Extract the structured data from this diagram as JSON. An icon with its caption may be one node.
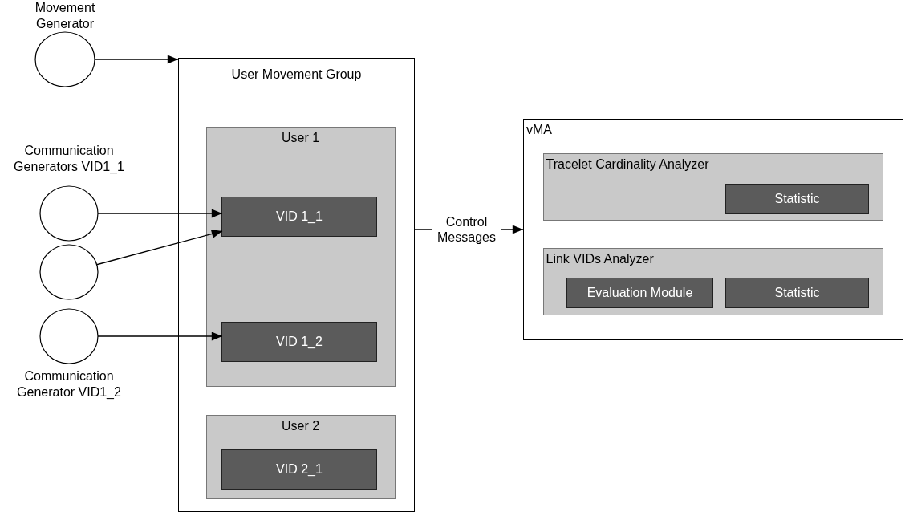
{
  "diagram": {
    "nodes": [
      {
        "text": [
          "Movement Generator"
        ]
      },
      {
        "text": [
          "Communication Generators VID1_1"
        ]
      },
      {
        "text": [],
        "shape": "circle"
      },
      {
        "text": [
          "Communication Generator VID1_2"
        ]
      },
      {
        "text": [
          "User Movement Group"
        ]
      },
      {
        "text": [
          "User 1"
        ],
        "in": 4
      },
      {
        "text": [
          "VID 1_1"
        ],
        "in": 5
      },
      {
        "text": [
          "VID 1_2"
        ],
        "in": 5
      },
      {
        "text": [
          "User 2"
        ],
        "in": 4
      },
      {
        "text": [
          "VID 2_1"
        ],
        "in": 8
      },
      {
        "text": [
          "vMA"
        ]
      },
      {
        "text": [
          "Tracelet Cardinality Analyzer"
        ],
        "in": 10
      },
      {
        "text": [
          "Statistic"
        ],
        "in": 11
      },
      {
        "text": [
          "Link VIDs Analyzer"
        ],
        "in": 10
      },
      {
        "text": [
          "Evaluation Module"
        ],
        "in": 13
      },
      {
        "text": [
          "Statistic"
        ],
        "in": 13
      }
    ],
    "edges": [
      {
        "from": 0,
        "to": 4,
        "arrow": "to"
      },
      {
        "from": 1,
        "to": 6,
        "arrow": "to"
      },
      {
        "from": 2,
        "to": 6,
        "arrow": "to"
      },
      {
        "from": 3,
        "to": 7,
        "arrow": "to"
      },
      {
        "from": 4,
        "to": 10,
        "arrow": "to",
        "label": "Control Messages"
      }
    ]
  }
}
